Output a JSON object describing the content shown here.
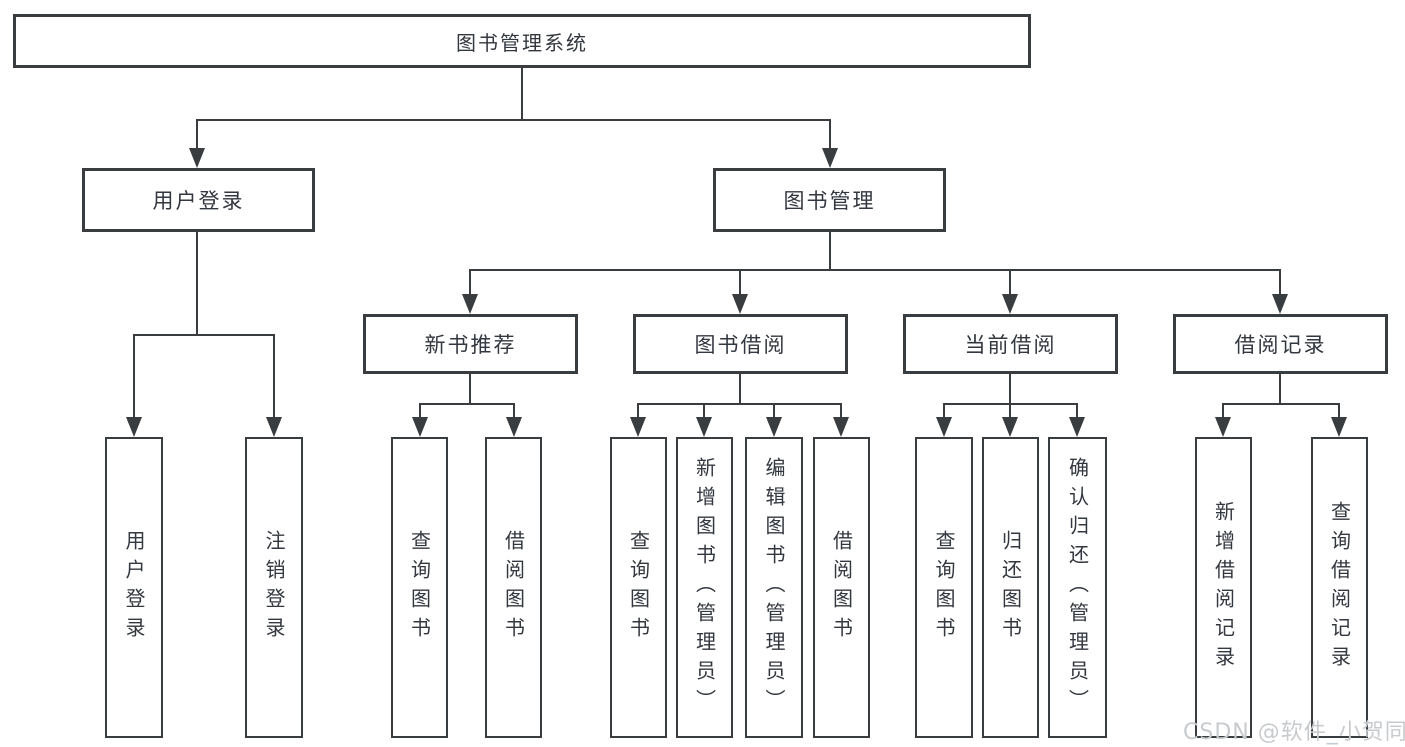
{
  "tree": {
    "root": {
      "label": "图书管理系统"
    },
    "children": [
      {
        "label": "用户登录",
        "children": [
          {
            "label": "用户登录"
          },
          {
            "label": "注销登录"
          }
        ]
      },
      {
        "label": "图书管理",
        "children": [
          {
            "label": "新书推荐",
            "children": [
              {
                "label": "查询图书"
              },
              {
                "label": "借阅图书"
              }
            ]
          },
          {
            "label": "图书借阅",
            "children": [
              {
                "label": "查询图书"
              },
              {
                "label": "新增图书（管理员）"
              },
              {
                "label": "编辑图书（管理员）"
              },
              {
                "label": "借阅图书"
              }
            ]
          },
          {
            "label": "当前借阅",
            "children": [
              {
                "label": "查询图书"
              },
              {
                "label": "归还图书"
              },
              {
                "label": "确认归还（管理员）"
              }
            ]
          },
          {
            "label": "借阅记录",
            "children": [
              {
                "label": "新增借阅记录"
              },
              {
                "label": "查询借阅记录"
              }
            ]
          }
        ]
      }
    ]
  },
  "watermark": {
    "text": "CSDN @软件_小贺同学"
  },
  "colors": {
    "line": "#3a3d40",
    "text": "#33373f",
    "bg": "#ffffff",
    "watermark": "#c8cbce"
  }
}
